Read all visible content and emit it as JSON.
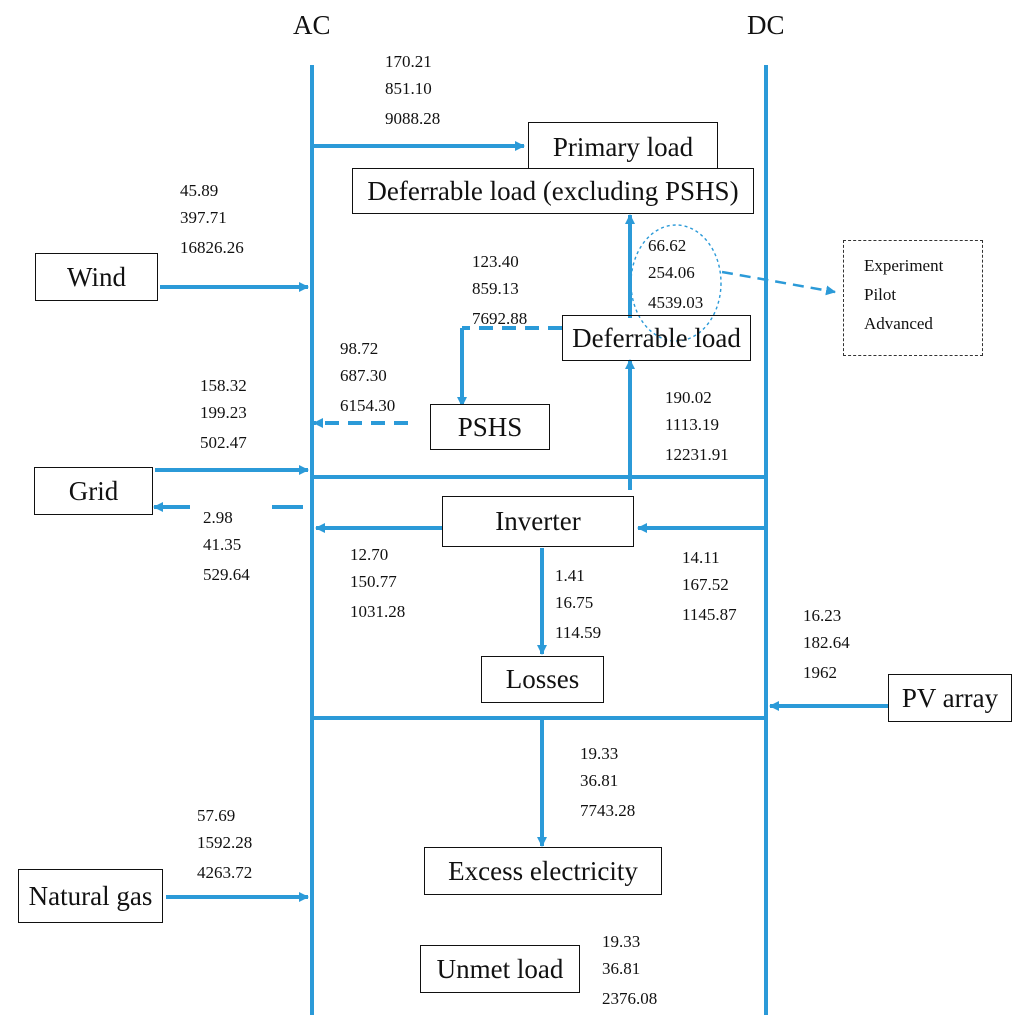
{
  "headers": {
    "ac": "AC",
    "dc": "DC"
  },
  "colors": {
    "line": "#2b9ad8",
    "box_border": "#111111",
    "text": "#111111",
    "background": "#ffffff"
  },
  "nodes": {
    "primary_load": "Primary load",
    "deferrable_excluding": "Deferrable load (excluding PSHS)",
    "deferrable_load": "Deferrable load",
    "wind": "Wind",
    "pshs": "PSHS",
    "grid": "Grid",
    "inverter": "Inverter",
    "losses": "Losses",
    "pv_array": "PV array",
    "natural_gas": "Natural gas",
    "excess_electricity": "Excess electricity",
    "unmet_load": "Unmet load"
  },
  "legend": {
    "items": [
      "Experiment",
      "Pilot",
      "Advanced"
    ]
  },
  "flows": {
    "primary_load": [
      "170.21",
      "851.10",
      "9088.28"
    ],
    "wind": [
      "45.89",
      "397.71",
      "16826.26"
    ],
    "deferrable_to_pshs": [
      "123.40",
      "859.13",
      "7692.88"
    ],
    "deferrable_to_excluding": [
      "66.62",
      "254.06",
      "4539.03"
    ],
    "pshs_to_ac": [
      "98.72",
      "687.30",
      "6154.30"
    ],
    "grid_to_ac": [
      "158.32",
      "199.23",
      "502.47"
    ],
    "dc_to_deferrable": [
      "190.02",
      "1113.19",
      "12231.91"
    ],
    "ac_to_grid": [
      "2.98",
      "41.35",
      "529.64"
    ],
    "inverter_to_ac": [
      "12.70",
      "150.77",
      "1031.28"
    ],
    "inverter_losses": [
      "1.41",
      "16.75",
      "114.59"
    ],
    "dc_to_inverter": [
      "14.11",
      "167.52",
      "1145.87"
    ],
    "pv_array": [
      "16.23",
      "182.64",
      "1962"
    ],
    "excess_electricity": [
      "19.33",
      "36.81",
      "7743.28"
    ],
    "natural_gas": [
      "57.69",
      "1592.28",
      "4263.72"
    ],
    "unmet_load": [
      "19.33",
      "36.81",
      "2376.08"
    ]
  }
}
